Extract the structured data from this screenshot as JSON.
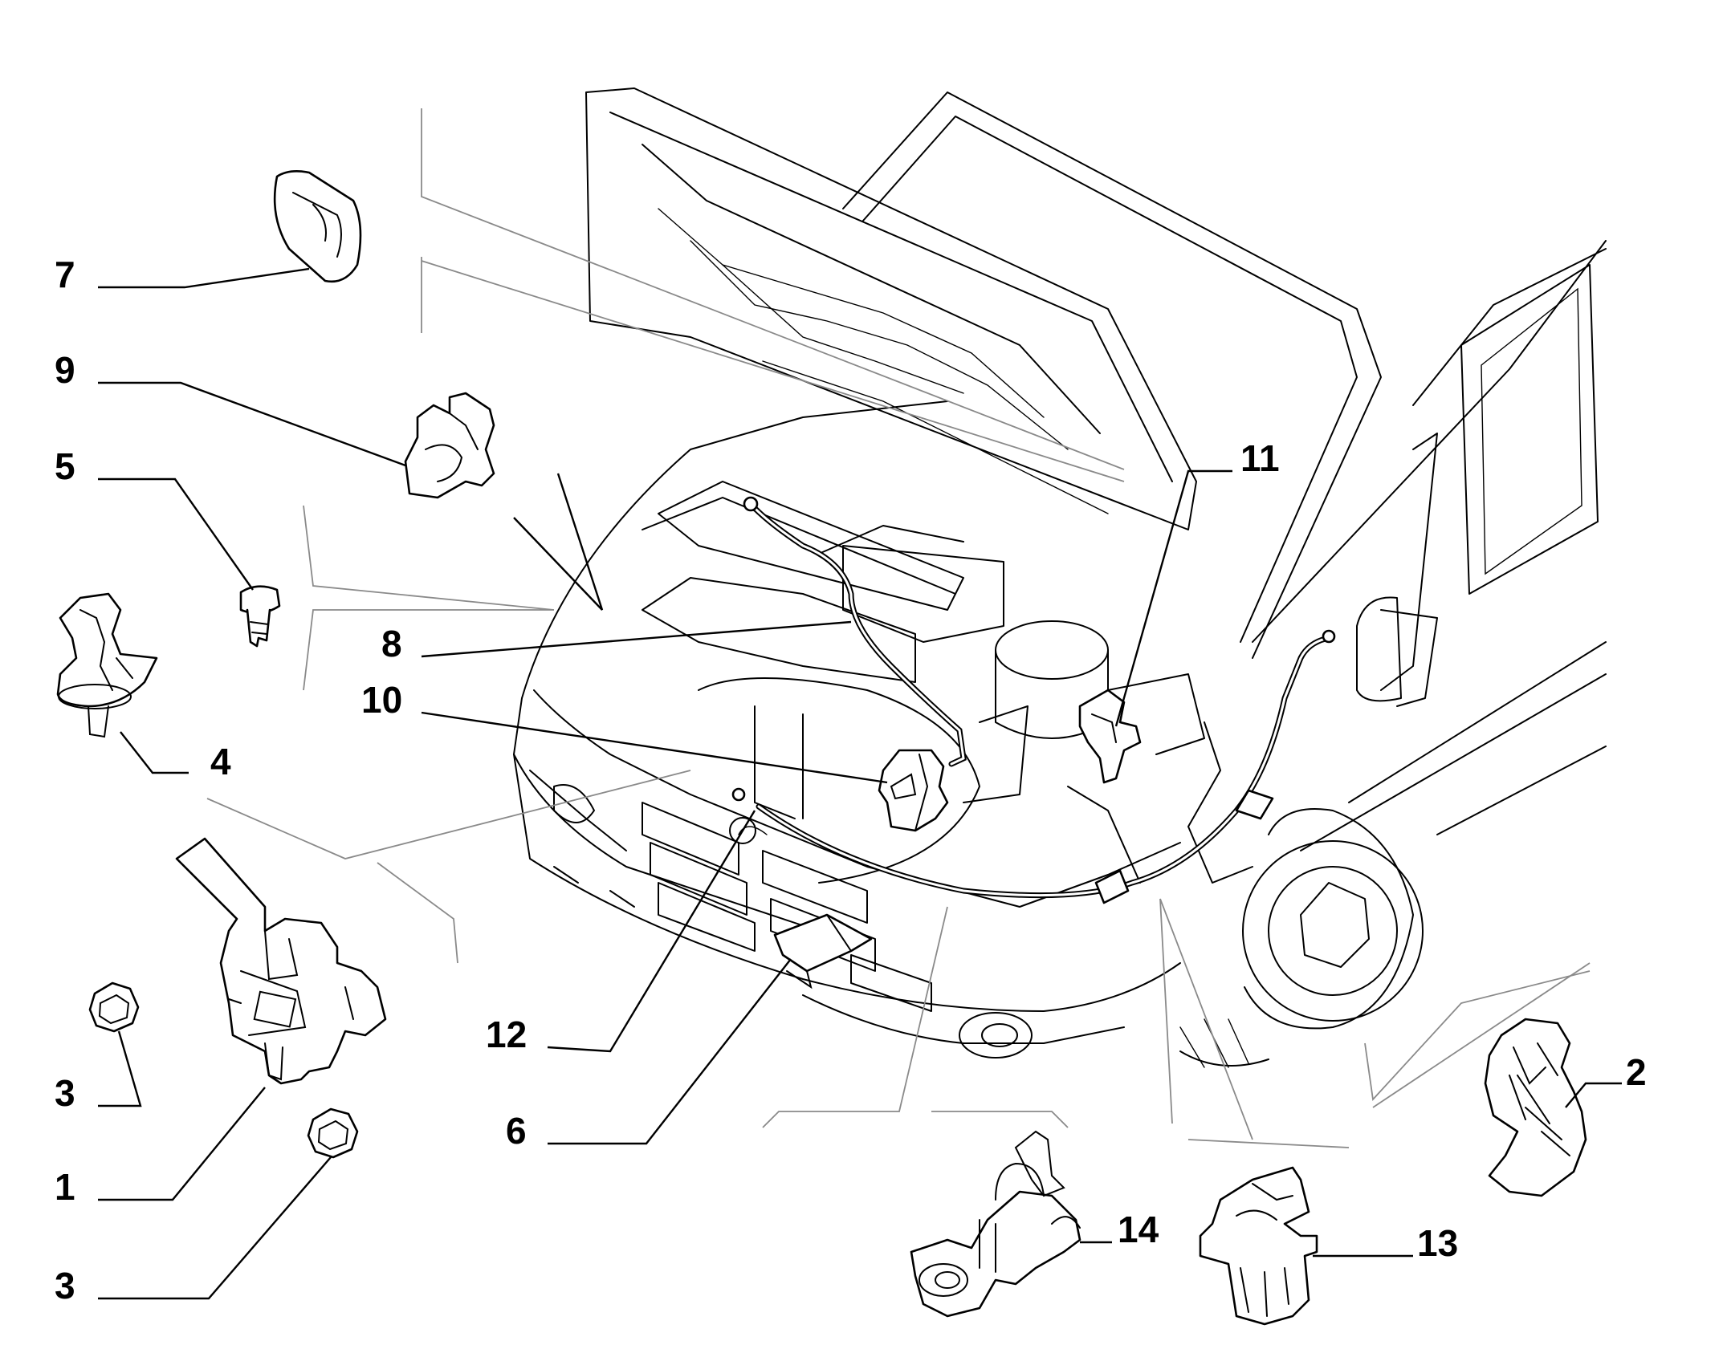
{
  "callouts": [
    {
      "id": "c1",
      "label": "1"
    },
    {
      "id": "c2",
      "label": "2"
    },
    {
      "id": "c3a",
      "label": "3"
    },
    {
      "id": "c3b",
      "label": "3"
    },
    {
      "id": "c4",
      "label": "4"
    },
    {
      "id": "c5",
      "label": "5"
    },
    {
      "id": "c6",
      "label": "6"
    },
    {
      "id": "c7",
      "label": "7"
    },
    {
      "id": "c8",
      "label": "8"
    },
    {
      "id": "c9",
      "label": "9"
    },
    {
      "id": "c10",
      "label": "10"
    },
    {
      "id": "c11",
      "label": "11"
    },
    {
      "id": "c12",
      "label": "12"
    },
    {
      "id": "c13",
      "label": "13"
    },
    {
      "id": "c14",
      "label": "14"
    }
  ],
  "colors": {
    "line": "#000000",
    "background": "#ffffff",
    "bracket": "#8a8a8a"
  }
}
